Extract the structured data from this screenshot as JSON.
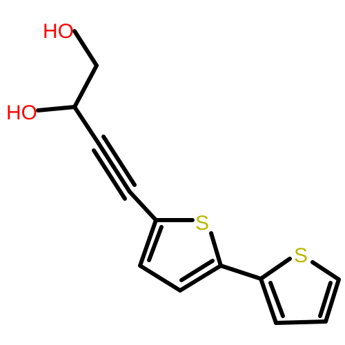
{
  "molecule": {
    "bond_color": "#000000",
    "background_color": "#ffffff",
    "atoms": [
      {
        "id": "o1",
        "element": "O",
        "label": "HO",
        "color": "#ff0000"
      },
      {
        "id": "o2",
        "element": "O",
        "label": "HO",
        "color": "#ff0000"
      },
      {
        "id": "s1",
        "element": "S",
        "label": "S",
        "color": "#b8b800"
      },
      {
        "id": "s2",
        "element": "S",
        "label": "S",
        "color": "#b8b800"
      }
    ]
  }
}
